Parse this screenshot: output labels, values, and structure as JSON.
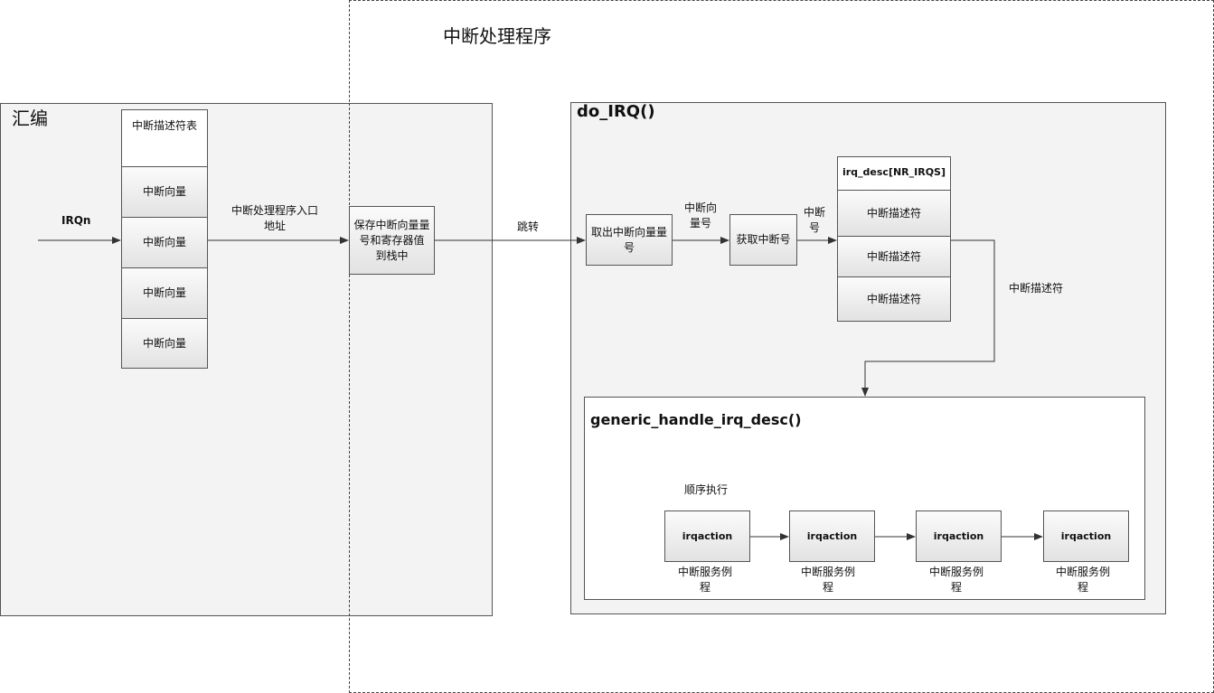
{
  "handler_region": {
    "title": "中断处理程序"
  },
  "asm_panel": {
    "title": "汇编",
    "irq_label": "IRQn",
    "table_header": "中断描述符表",
    "vectors": [
      "中断向量",
      "中断向量",
      "中断向量",
      "中断向量"
    ],
    "entry_label_line1": "中断处理程序入口",
    "entry_label_line2": "地址",
    "save_box_line1": "保存中断向量量",
    "save_box_line2": "号和寄存器值",
    "save_box_line3": "到栈中",
    "jump_label": "跳转"
  },
  "do_irq_panel": {
    "title": "do_IRQ()",
    "fetch_box_line1": "取出中断向量量",
    "fetch_box_line2": "号",
    "vec_label_line1": "中断向",
    "vec_label_line2": "量号",
    "get_box": "获取中断号",
    "irq_label_line1": "中断",
    "irq_label_line2": "号",
    "desc_table_header": "irq_desc[NR_IRQS]",
    "descriptors": [
      "中断描述符",
      "中断描述符",
      "中断描述符"
    ],
    "desc_out_label": "中断描述符"
  },
  "generic_panel": {
    "title": "generic_handle_irq_desc()",
    "order_label": "顺序执行",
    "actions": [
      {
        "name": "irqaction",
        "caption_line1": "中断服务例",
        "caption_line2": "程"
      },
      {
        "name": "irqaction",
        "caption_line1": "中断服务例",
        "caption_line2": "程"
      },
      {
        "name": "irqaction",
        "caption_line1": "中断服务例",
        "caption_line2": "程"
      },
      {
        "name": "irqaction",
        "caption_line1": "中断服务例",
        "caption_line2": "程"
      }
    ]
  }
}
